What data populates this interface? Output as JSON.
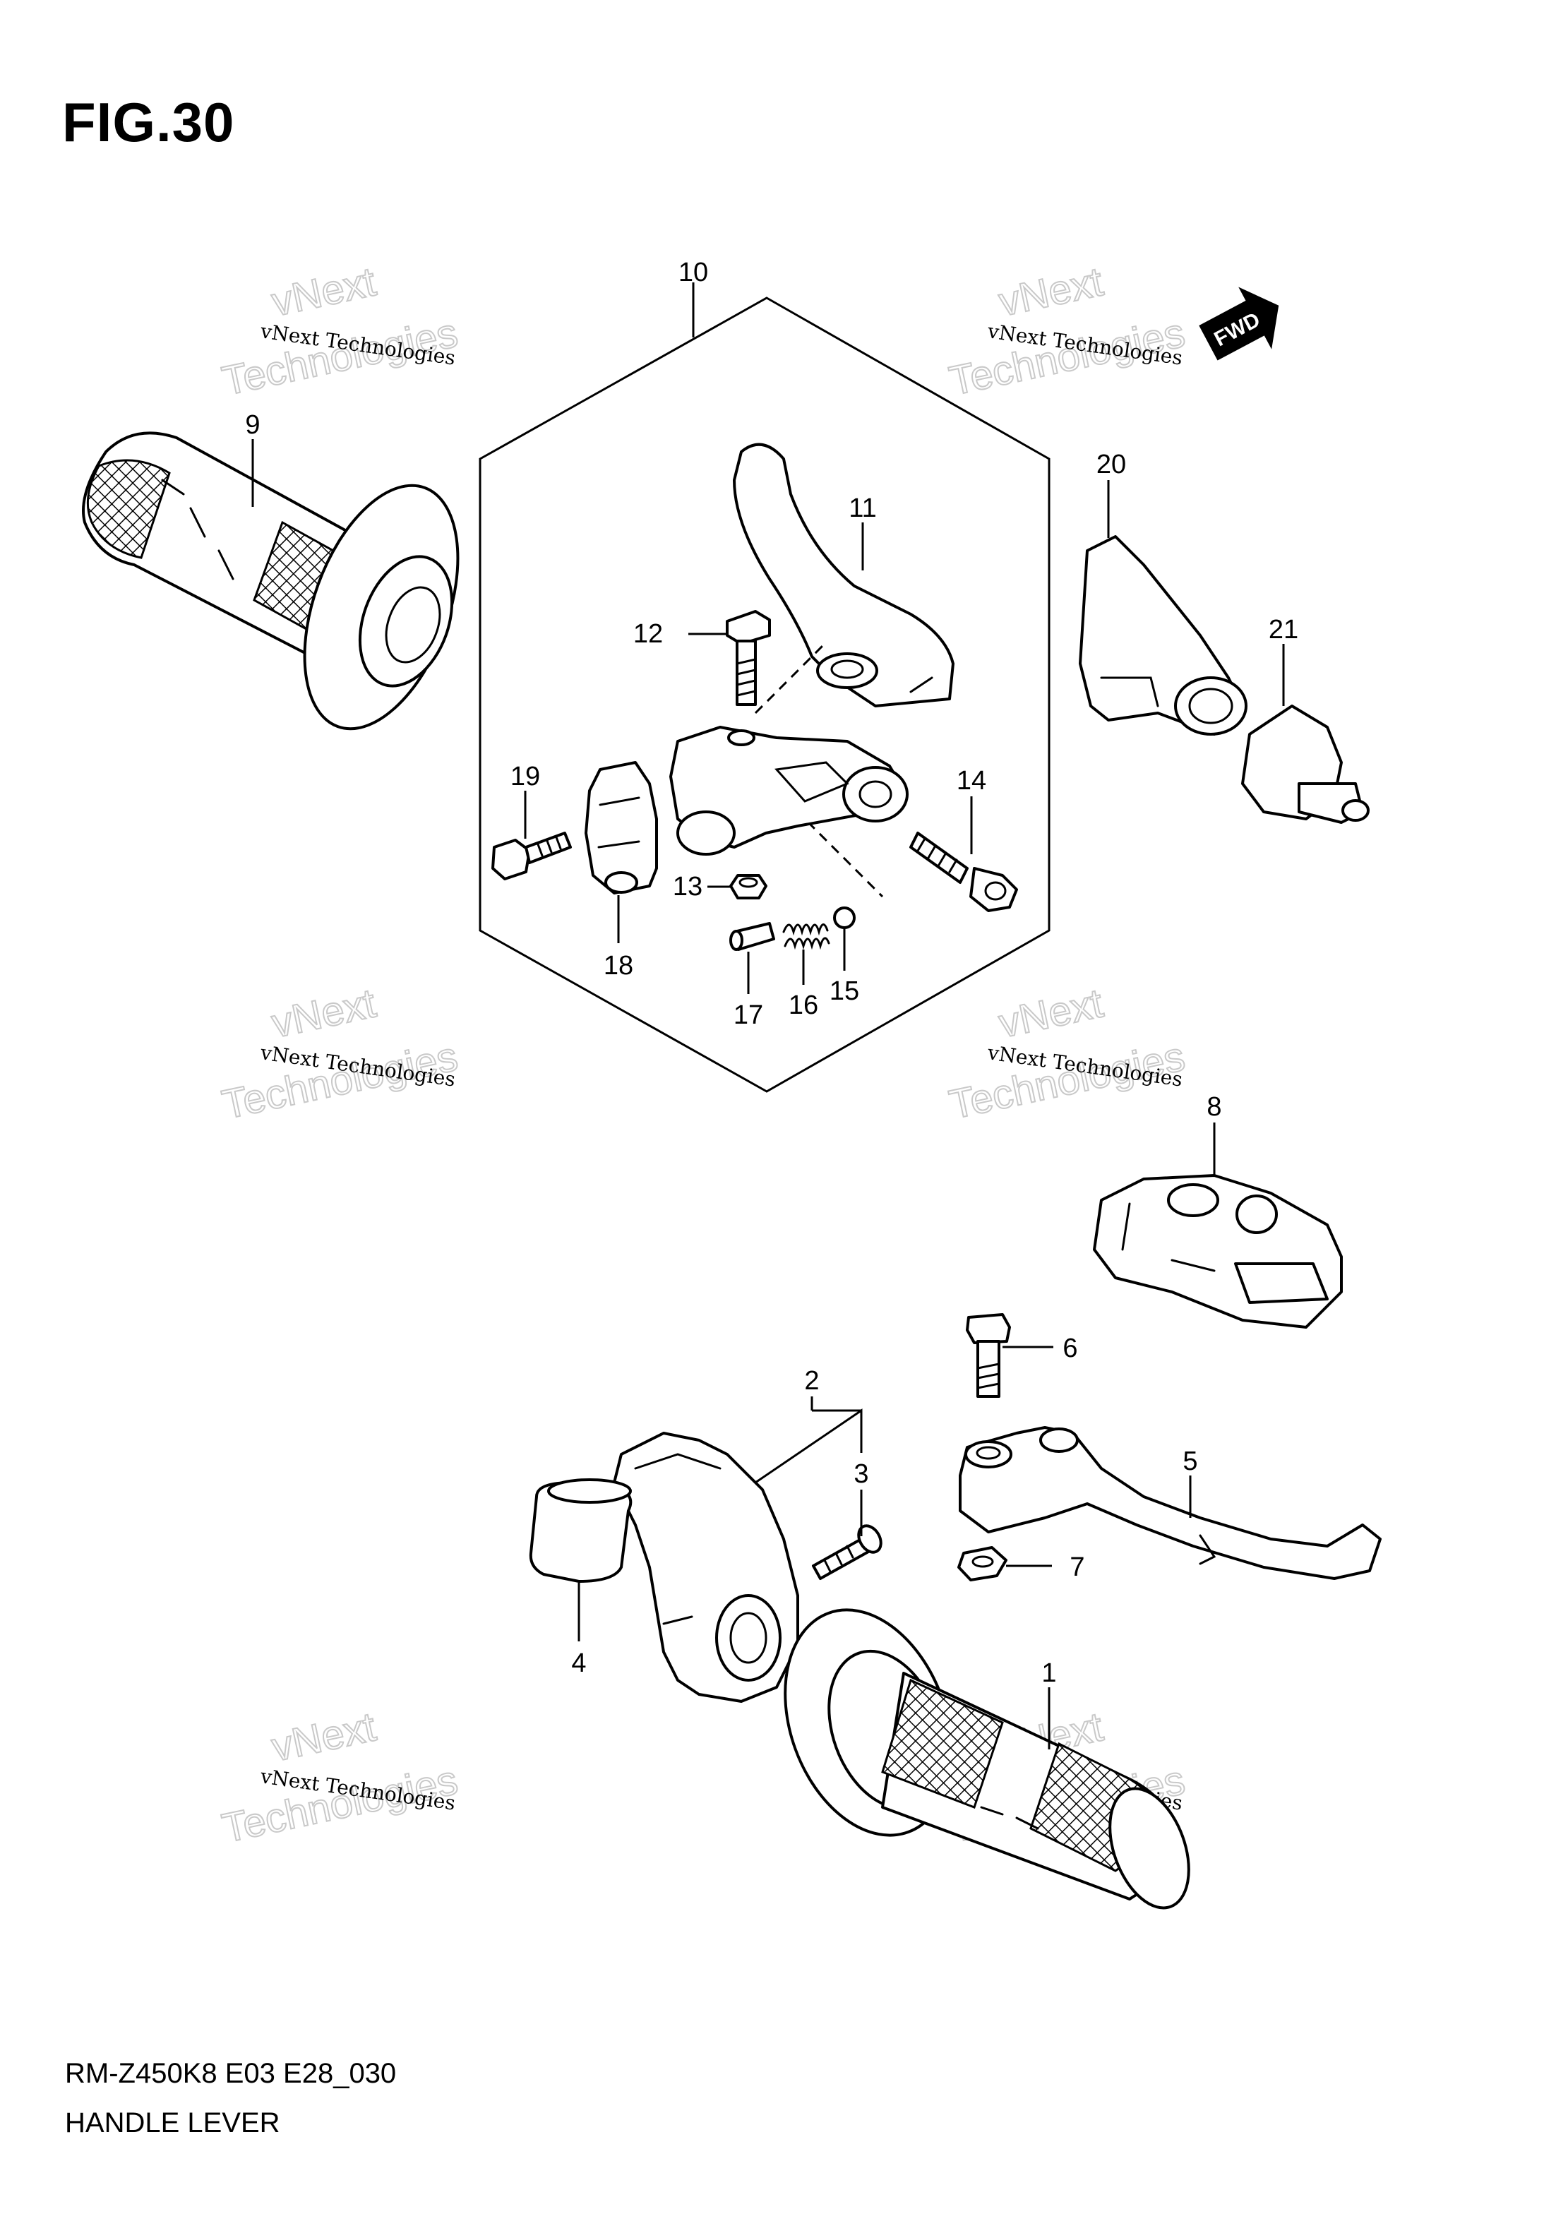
{
  "figure": {
    "title": "FIG.30"
  },
  "footer": {
    "model_code": "RM-Z450K8 E03 E28_030",
    "section_name": "HANDLE LEVER"
  },
  "fwd_badge": "FWD",
  "watermark": {
    "line_small": "vNext Technologies",
    "line_big_1": "vNext",
    "line_big_2": "Technologies"
  },
  "callouts": {
    "p1": "1",
    "p2": "2",
    "p3": "3",
    "p4": "4",
    "p5": "5",
    "p6": "6",
    "p7": "7",
    "p8": "8",
    "p9": "9",
    "p10": "10",
    "p11": "11",
    "p12": "12",
    "p13": "13",
    "p14": "14",
    "p15": "15",
    "p16": "16",
    "p17": "17",
    "p18": "18",
    "p19": "19",
    "p20": "20",
    "p21": "21"
  }
}
